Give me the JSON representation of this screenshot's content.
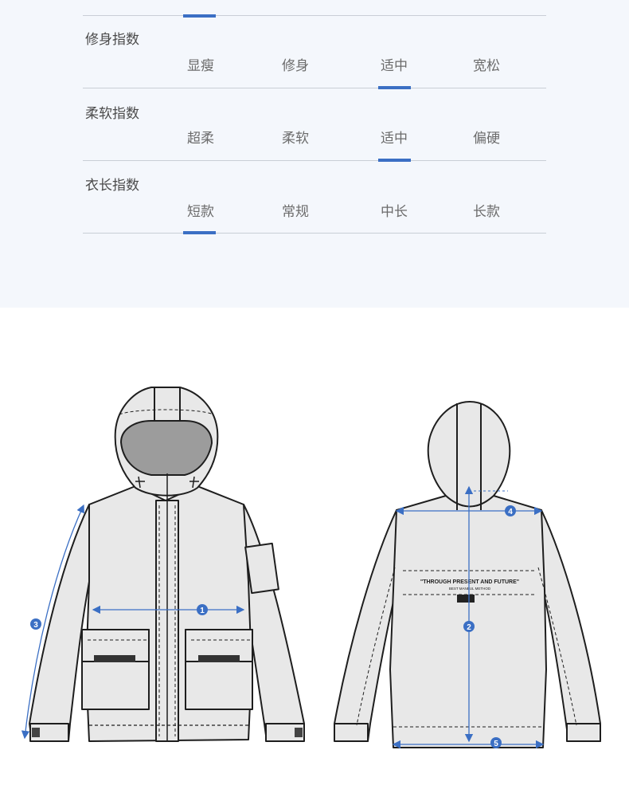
{
  "fit": {
    "title": "修身指数",
    "options": [
      "显瘦",
      "修身",
      "适中",
      "宽松"
    ],
    "selected": "适中"
  },
  "softness": {
    "title": "柔软指数",
    "options": [
      "超柔",
      "柔软",
      "适中",
      "偏硬"
    ],
    "selected": "适中"
  },
  "length": {
    "title": "衣长指数",
    "options": [
      "短款",
      "常规",
      "中长",
      "长款"
    ],
    "selected": "短款"
  },
  "colors": {
    "panel_bg": "#f4f7fc",
    "accent": "#3b6fc4",
    "divider": "#c9ced6",
    "garment_fill": "#e8e8e8",
    "hood_lining": "#9c9c9c",
    "outline": "#1e1e1e"
  },
  "drawing": {
    "back_print_line1": "\"THROUGH PRESENT AND FUTURE\"",
    "back_print_line2": "BEST MANEUL METHOD",
    "front_pocket_label": "□ ≡",
    "measurements": [
      "1",
      "2",
      "3",
      "4",
      "5"
    ]
  }
}
